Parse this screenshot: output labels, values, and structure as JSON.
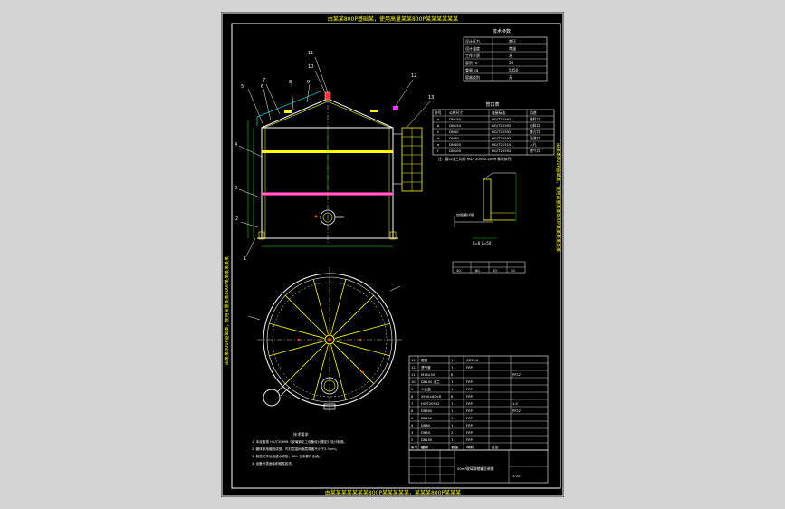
{
  "sheet": {
    "top_title": "由某某800P基础某，使用高量某某800P某某某某某某",
    "bottom_title": "由某某某某某某某800P某某某某某，某某某800P某某某",
    "left_margin_text": "由某某800P基础某，使用高量某某800P某某某某某某",
    "right_margin_text": "由某某800P基础某，使用高量某某800P某某某某某某"
  },
  "elevation_view": {
    "callouts": [
      "1",
      "2",
      "3",
      "4",
      "5",
      "6",
      "7",
      "8",
      "9",
      "10",
      "11",
      "12",
      "13"
    ]
  },
  "spec_table": {
    "title": "技术参数",
    "rows": [
      [
        "设计压力",
        "常压"
      ],
      [
        "设计温度",
        "常温"
      ],
      [
        "工作介质",
        "水"
      ],
      [
        "容积 m³",
        "50"
      ],
      [
        "重量 kg",
        "5850"
      ],
      [
        "容器类别",
        "无"
      ]
    ]
  },
  "nozzle_table": {
    "title": "管口表",
    "header": [
      "符号",
      "公称尺寸",
      "连接标准",
      "用途"
    ],
    "rows": [
      [
        "a",
        "DN150",
        "HG/T20592",
        "进料口"
      ],
      [
        "b",
        "DN150",
        "HG/T20592",
        "出料口"
      ],
      [
        "c",
        "DN50",
        "HG/T20592",
        "排污口"
      ],
      [
        "d",
        "DN80",
        "HG/T20592",
        "溢流口"
      ],
      [
        "e",
        "DN500",
        "HG/T21515",
        "人孔"
      ],
      [
        "f",
        "DN100",
        "HG/T20592",
        "透气口"
      ]
    ],
    "note": "注：管口法兰均按 HG/T20592-2009 标准执行。"
  },
  "detail": {
    "label_1": "加强圈详图",
    "label_2": "δ=6 L=50"
  },
  "small_table": {
    "cells": [
      "80",
      "50",
      "30",
      "30"
    ]
  },
  "parts_list": {
    "rows": [
      [
        "13",
        "爬梯",
        "1",
        "Q235-A",
        ""
      ],
      [
        "12",
        "透气管",
        "1",
        "FRP",
        ""
      ],
      [
        "11",
        "M16×50",
        "8",
        "",
        "PP22"
      ],
      [
        "10",
        "DN100 法兰",
        "1",
        "FRP",
        ""
      ],
      [
        "9",
        "人孔盖",
        "1",
        "FRP",
        ""
      ],
      [
        "8",
        "2900×80×6",
        "8",
        "FRP",
        ""
      ],
      [
        "7",
        "HG/T20592",
        "1",
        "FRP",
        "1:5"
      ],
      [
        "6",
        "DN500",
        "1",
        "FRP",
        "PP22"
      ],
      [
        "5",
        "DN150",
        "1",
        "FRP",
        ""
      ],
      [
        "4",
        "DN80",
        "1",
        "FRP",
        ""
      ],
      [
        "3",
        "DN50",
        "2",
        "FRP",
        ""
      ],
      [
        "2",
        "DN150",
        "1",
        "FRP",
        ""
      ],
      [
        "1",
        "罐体",
        "1",
        "FRP",
        ""
      ]
    ],
    "header": [
      "序号",
      "名称",
      "数量",
      "材料",
      "备注"
    ]
  },
  "title_block": {
    "drawing_name": "50m³玻璃钢储罐总装图",
    "scale": "1:25"
  },
  "notes": {
    "title": "技术要求",
    "lines": [
      "1. 本设备按 HG/T20696《玻璃钢化工设备设计规定》设计制造。",
      "2. 罐体采用缠绕成型，内衬层富树脂层厚度不小于2.5mm。",
      "3. 制造完毕后做盛水试验，48h 无渗漏为合格。",
      "4. 设备外表面涂耐候性胶衣。"
    ]
  }
}
